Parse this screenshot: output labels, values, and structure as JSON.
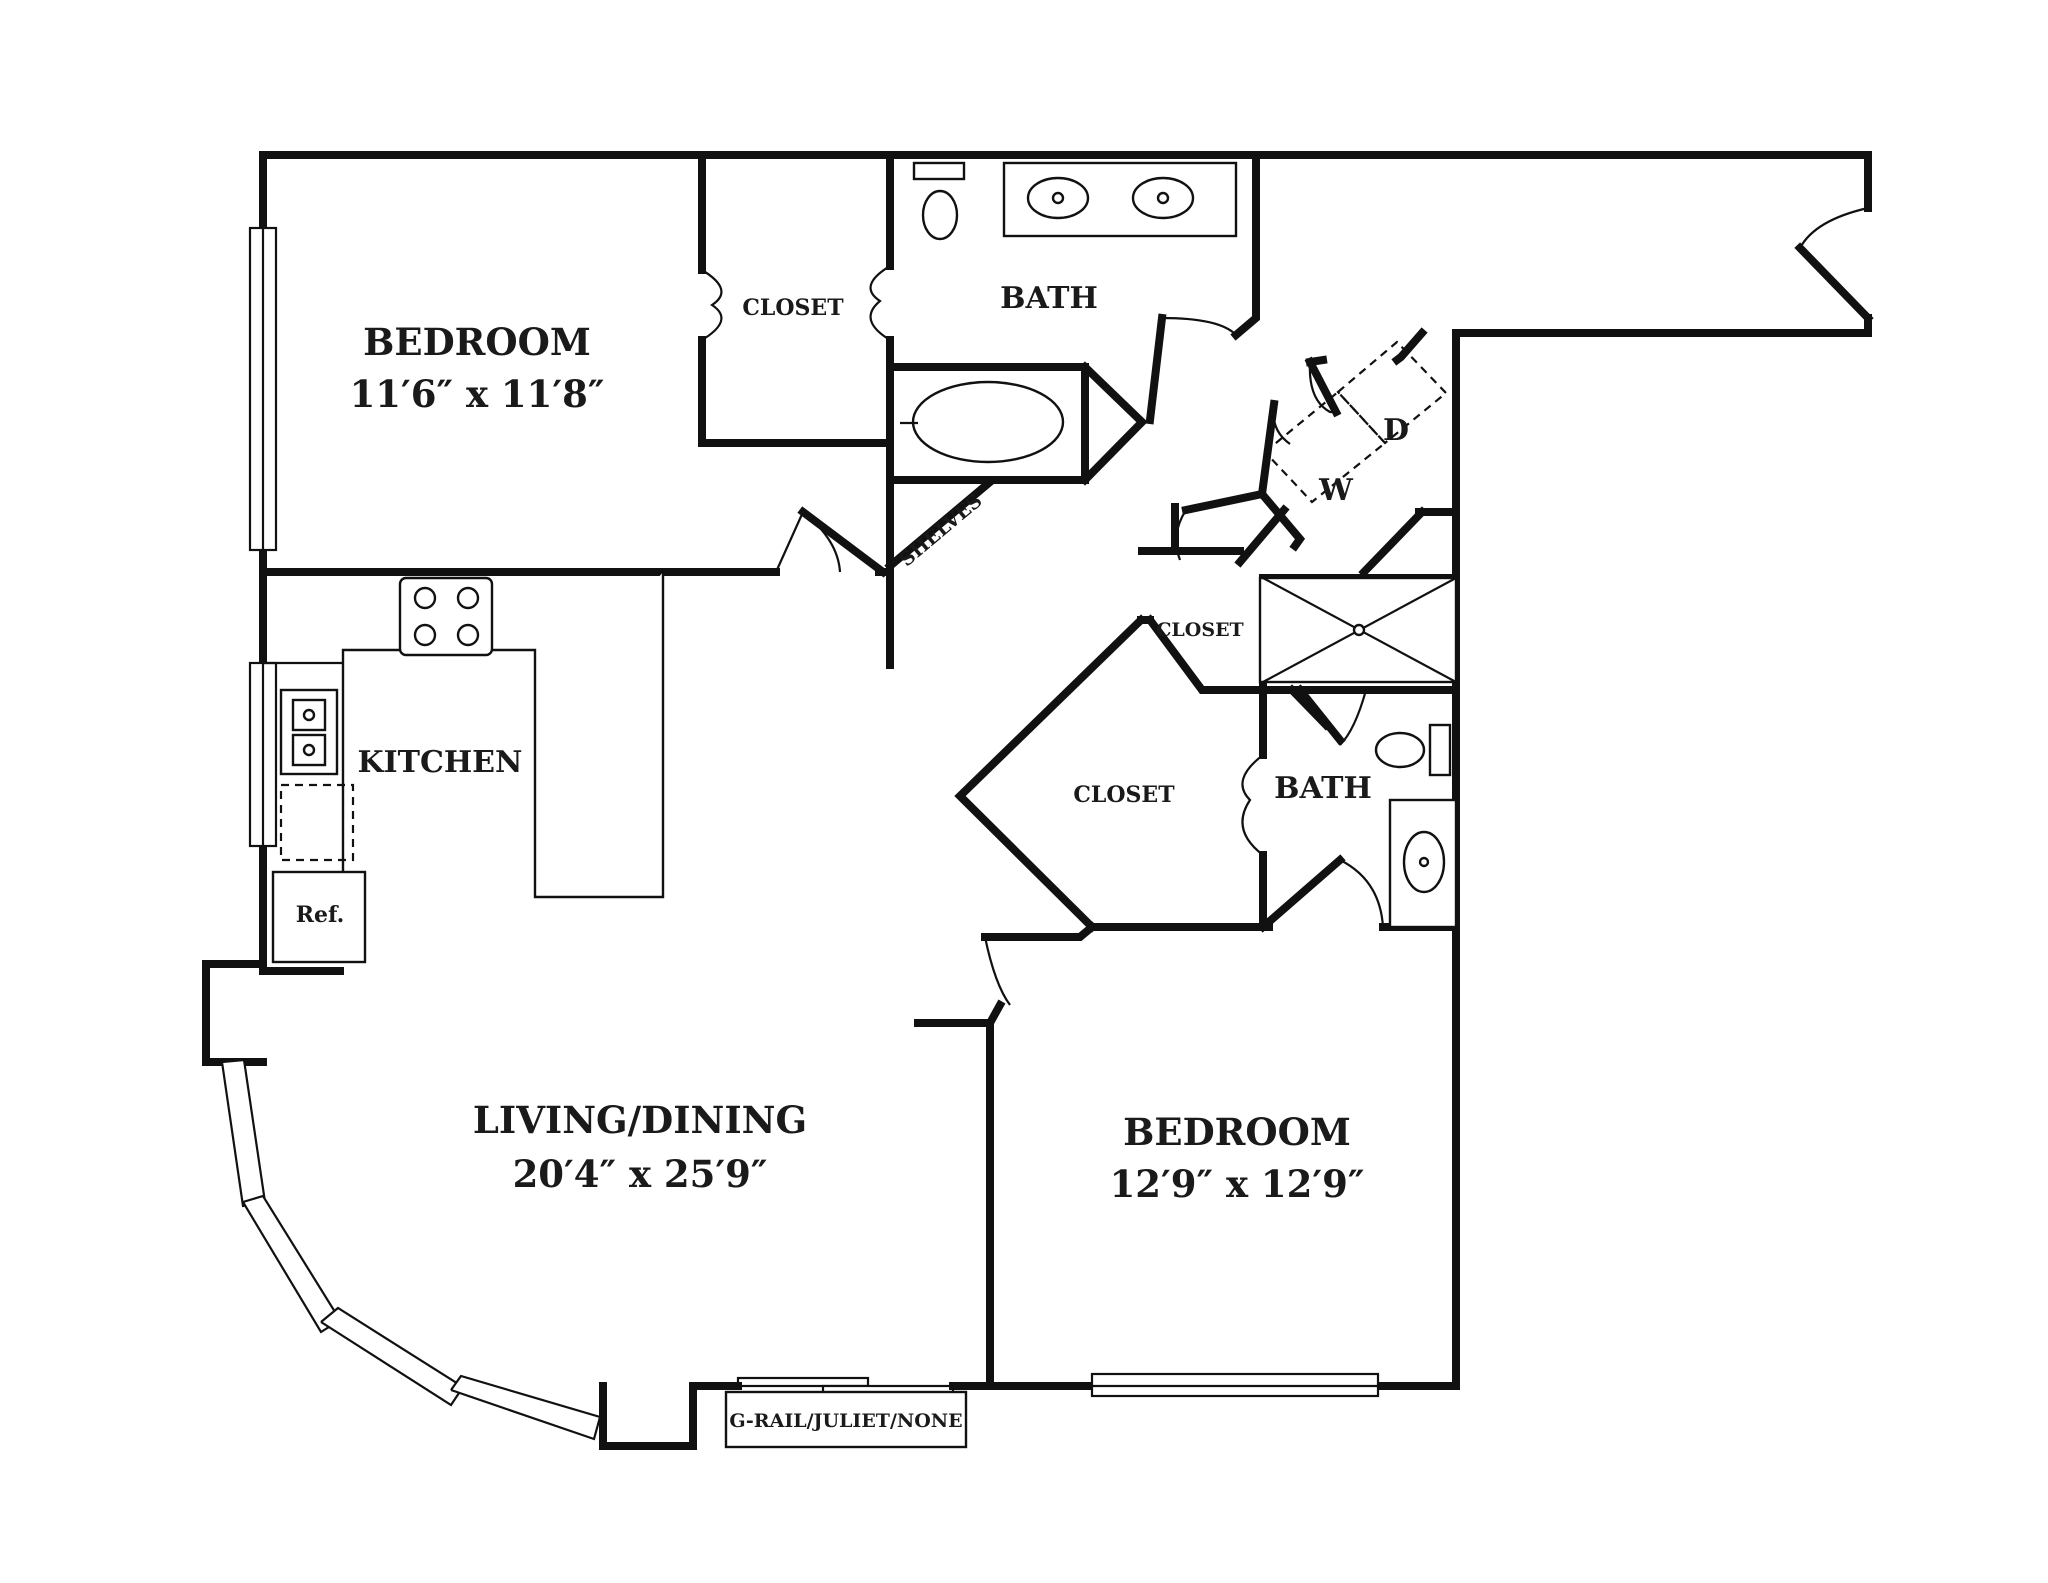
{
  "rooms": {
    "bedroom_1": {
      "name": "BEDROOM",
      "size": "11′6″ x 11′8″"
    },
    "closet_1": "CLOSET",
    "bath_1": "BATH",
    "kitchen": "KITCHEN",
    "refrigerator": "Ref.",
    "shelves": "SHELVES",
    "washer": "W",
    "dryer": "D",
    "closet_2": "CLOSET",
    "closet_3": "CLOSET",
    "bath_2": "BATH",
    "living_dining": {
      "name": "LIVING/DINING",
      "size": "20′4″ x 25′9″"
    },
    "bedroom_2": {
      "name": "BEDROOM",
      "size": "12′9″ x 12′9″"
    },
    "balcony_note": "G-RAIL/JULIET/NONE"
  },
  "colors": {
    "wall": "#111111",
    "background": "#ffffff"
  }
}
